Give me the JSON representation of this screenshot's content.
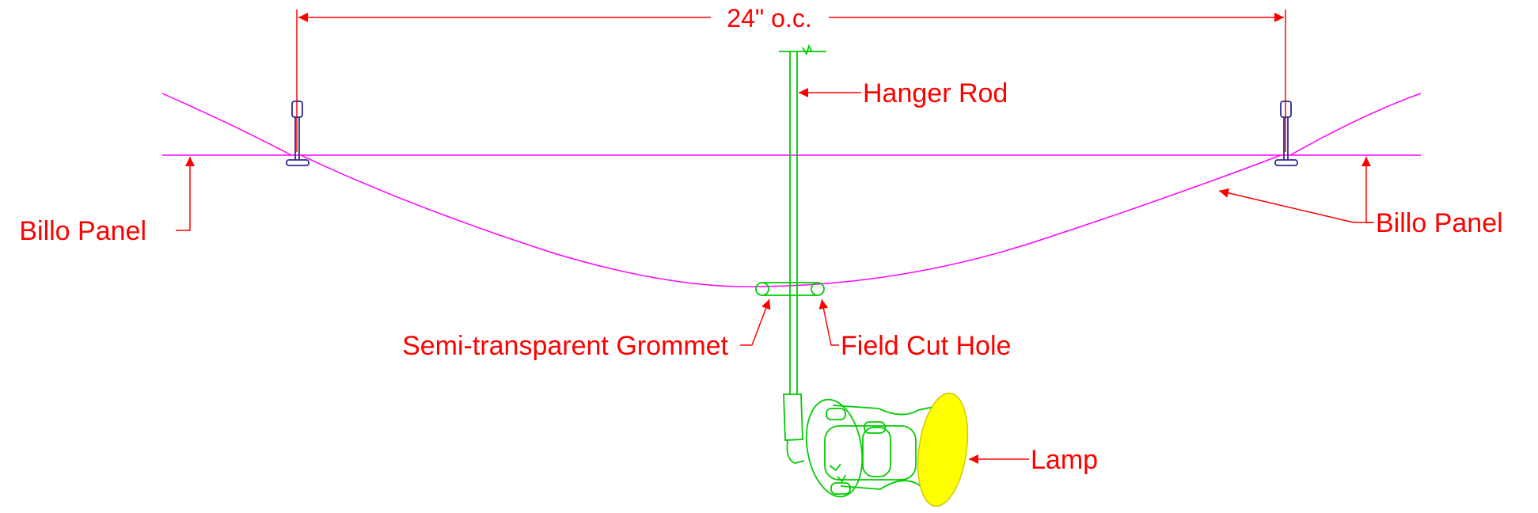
{
  "dimension": {
    "text": "24\" o.c."
  },
  "labels": {
    "hanger_rod": "Hanger Rod",
    "billo_panel_left": "Billo Panel",
    "billo_panel_right": "Billo Panel",
    "grommet": "Semi-transparent Grommet",
    "field_cut_hole": "Field Cut Hole",
    "lamp": "Lamp"
  },
  "colors": {
    "annotation": "#ff0000",
    "panel": "#ff00ff",
    "rod": "#00cc00",
    "t_bar": "#2c2c8c",
    "lamp_lens": "#ffff00"
  }
}
